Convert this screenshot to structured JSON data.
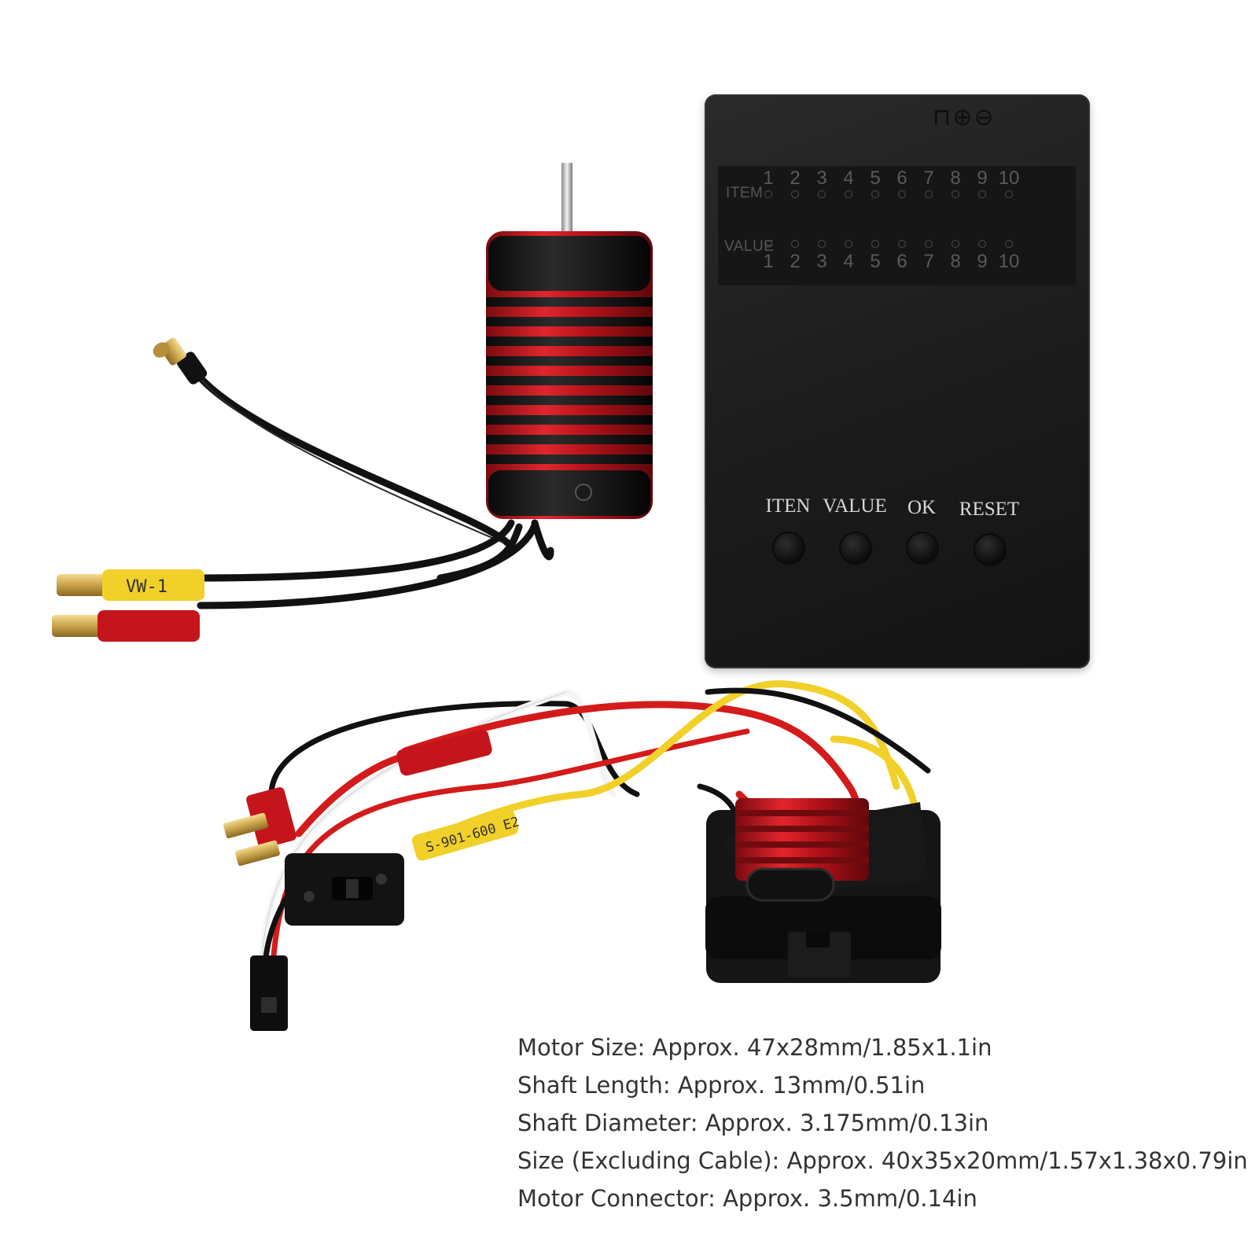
{
  "card": {
    "item_label": "ITEM",
    "value_label": "VALUE",
    "numbers": [
      "1",
      "2",
      "3",
      "4",
      "5",
      "6",
      "7",
      "8",
      "9",
      "10"
    ],
    "buttons": [
      "ITEN",
      "VALUE",
      "OK",
      "RESET"
    ]
  },
  "motor": {
    "label_yellow": "VW-1"
  },
  "esc": {
    "label_yellow": "S-901-600 E2"
  },
  "specs": [
    "Motor Size: Approx. 47x28mm/1.85x1.1in",
    "Shaft Length: Approx. 13mm/0.51in",
    "Shaft Diameter: Approx. 3.175mm/0.13in",
    "Size (Excluding Cable): Approx. 40x35x20mm/1.57x1.38x0.79in",
    "Motor Connector: Approx. 3.5mm/0.14in"
  ],
  "colors": {
    "red": "#c4151c",
    "black": "#1a1a1a",
    "yellow": "#f2d02a",
    "gold": "#c9a24a"
  }
}
